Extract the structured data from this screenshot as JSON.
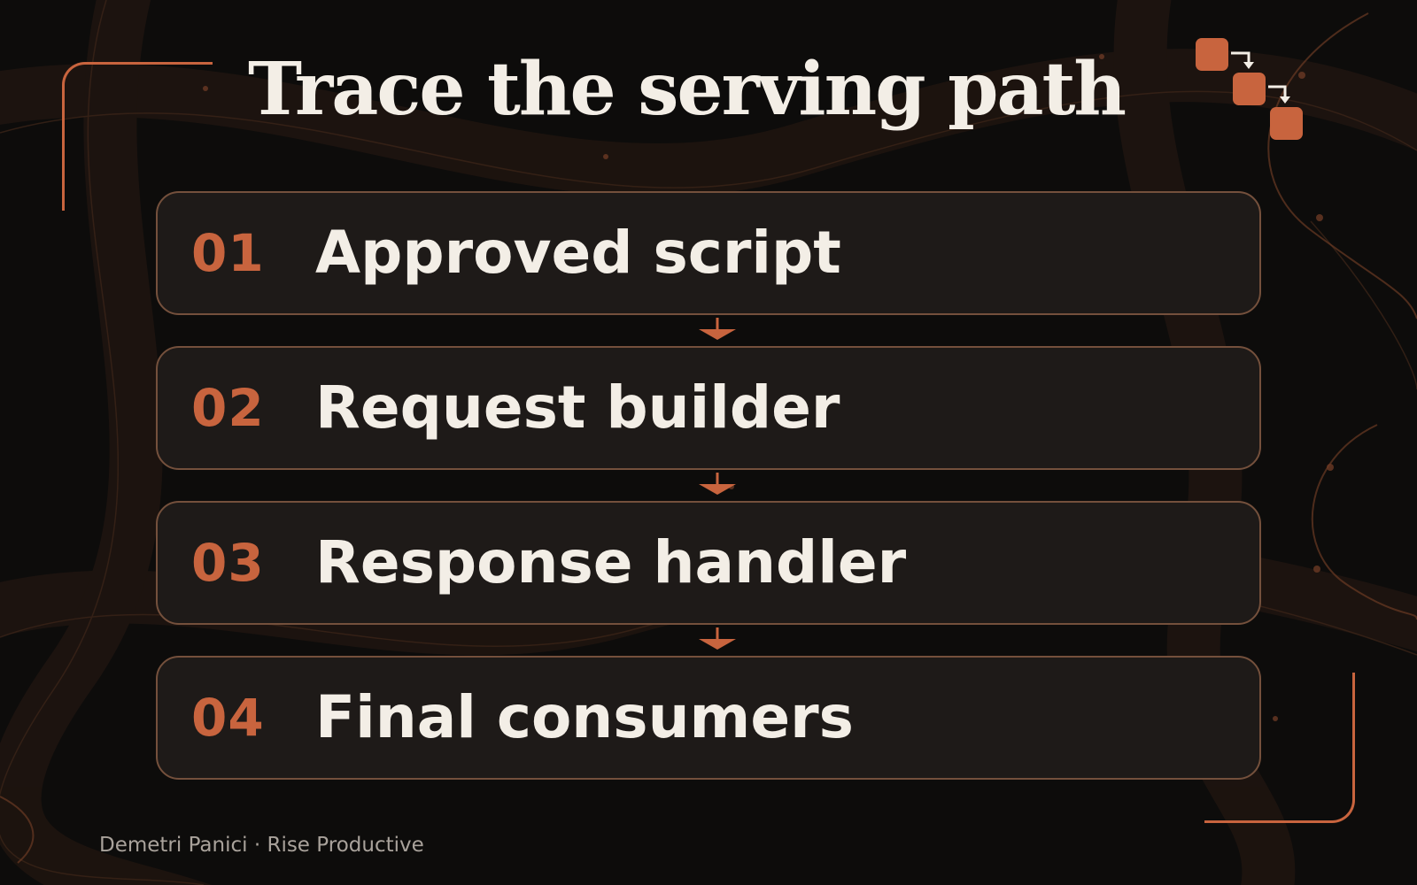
{
  "slide": {
    "title": "Trace the serving path",
    "footer": "Demetri Panici · Rise Productive",
    "accent_color": "#c8643e",
    "background_color": "#0d0c0b",
    "card_color": "#1e1a18",
    "card_border_color": "#74503c",
    "text_color": "#f3eee6",
    "corner_icon": "flow-steps-icon",
    "connector_icon": "arrow-down-icon"
  },
  "steps": [
    {
      "number": "01",
      "label": "Approved script"
    },
    {
      "number": "02",
      "label": "Request builder"
    },
    {
      "number": "03",
      "label": "Response handler"
    },
    {
      "number": "04",
      "label": "Final consumers"
    }
  ]
}
